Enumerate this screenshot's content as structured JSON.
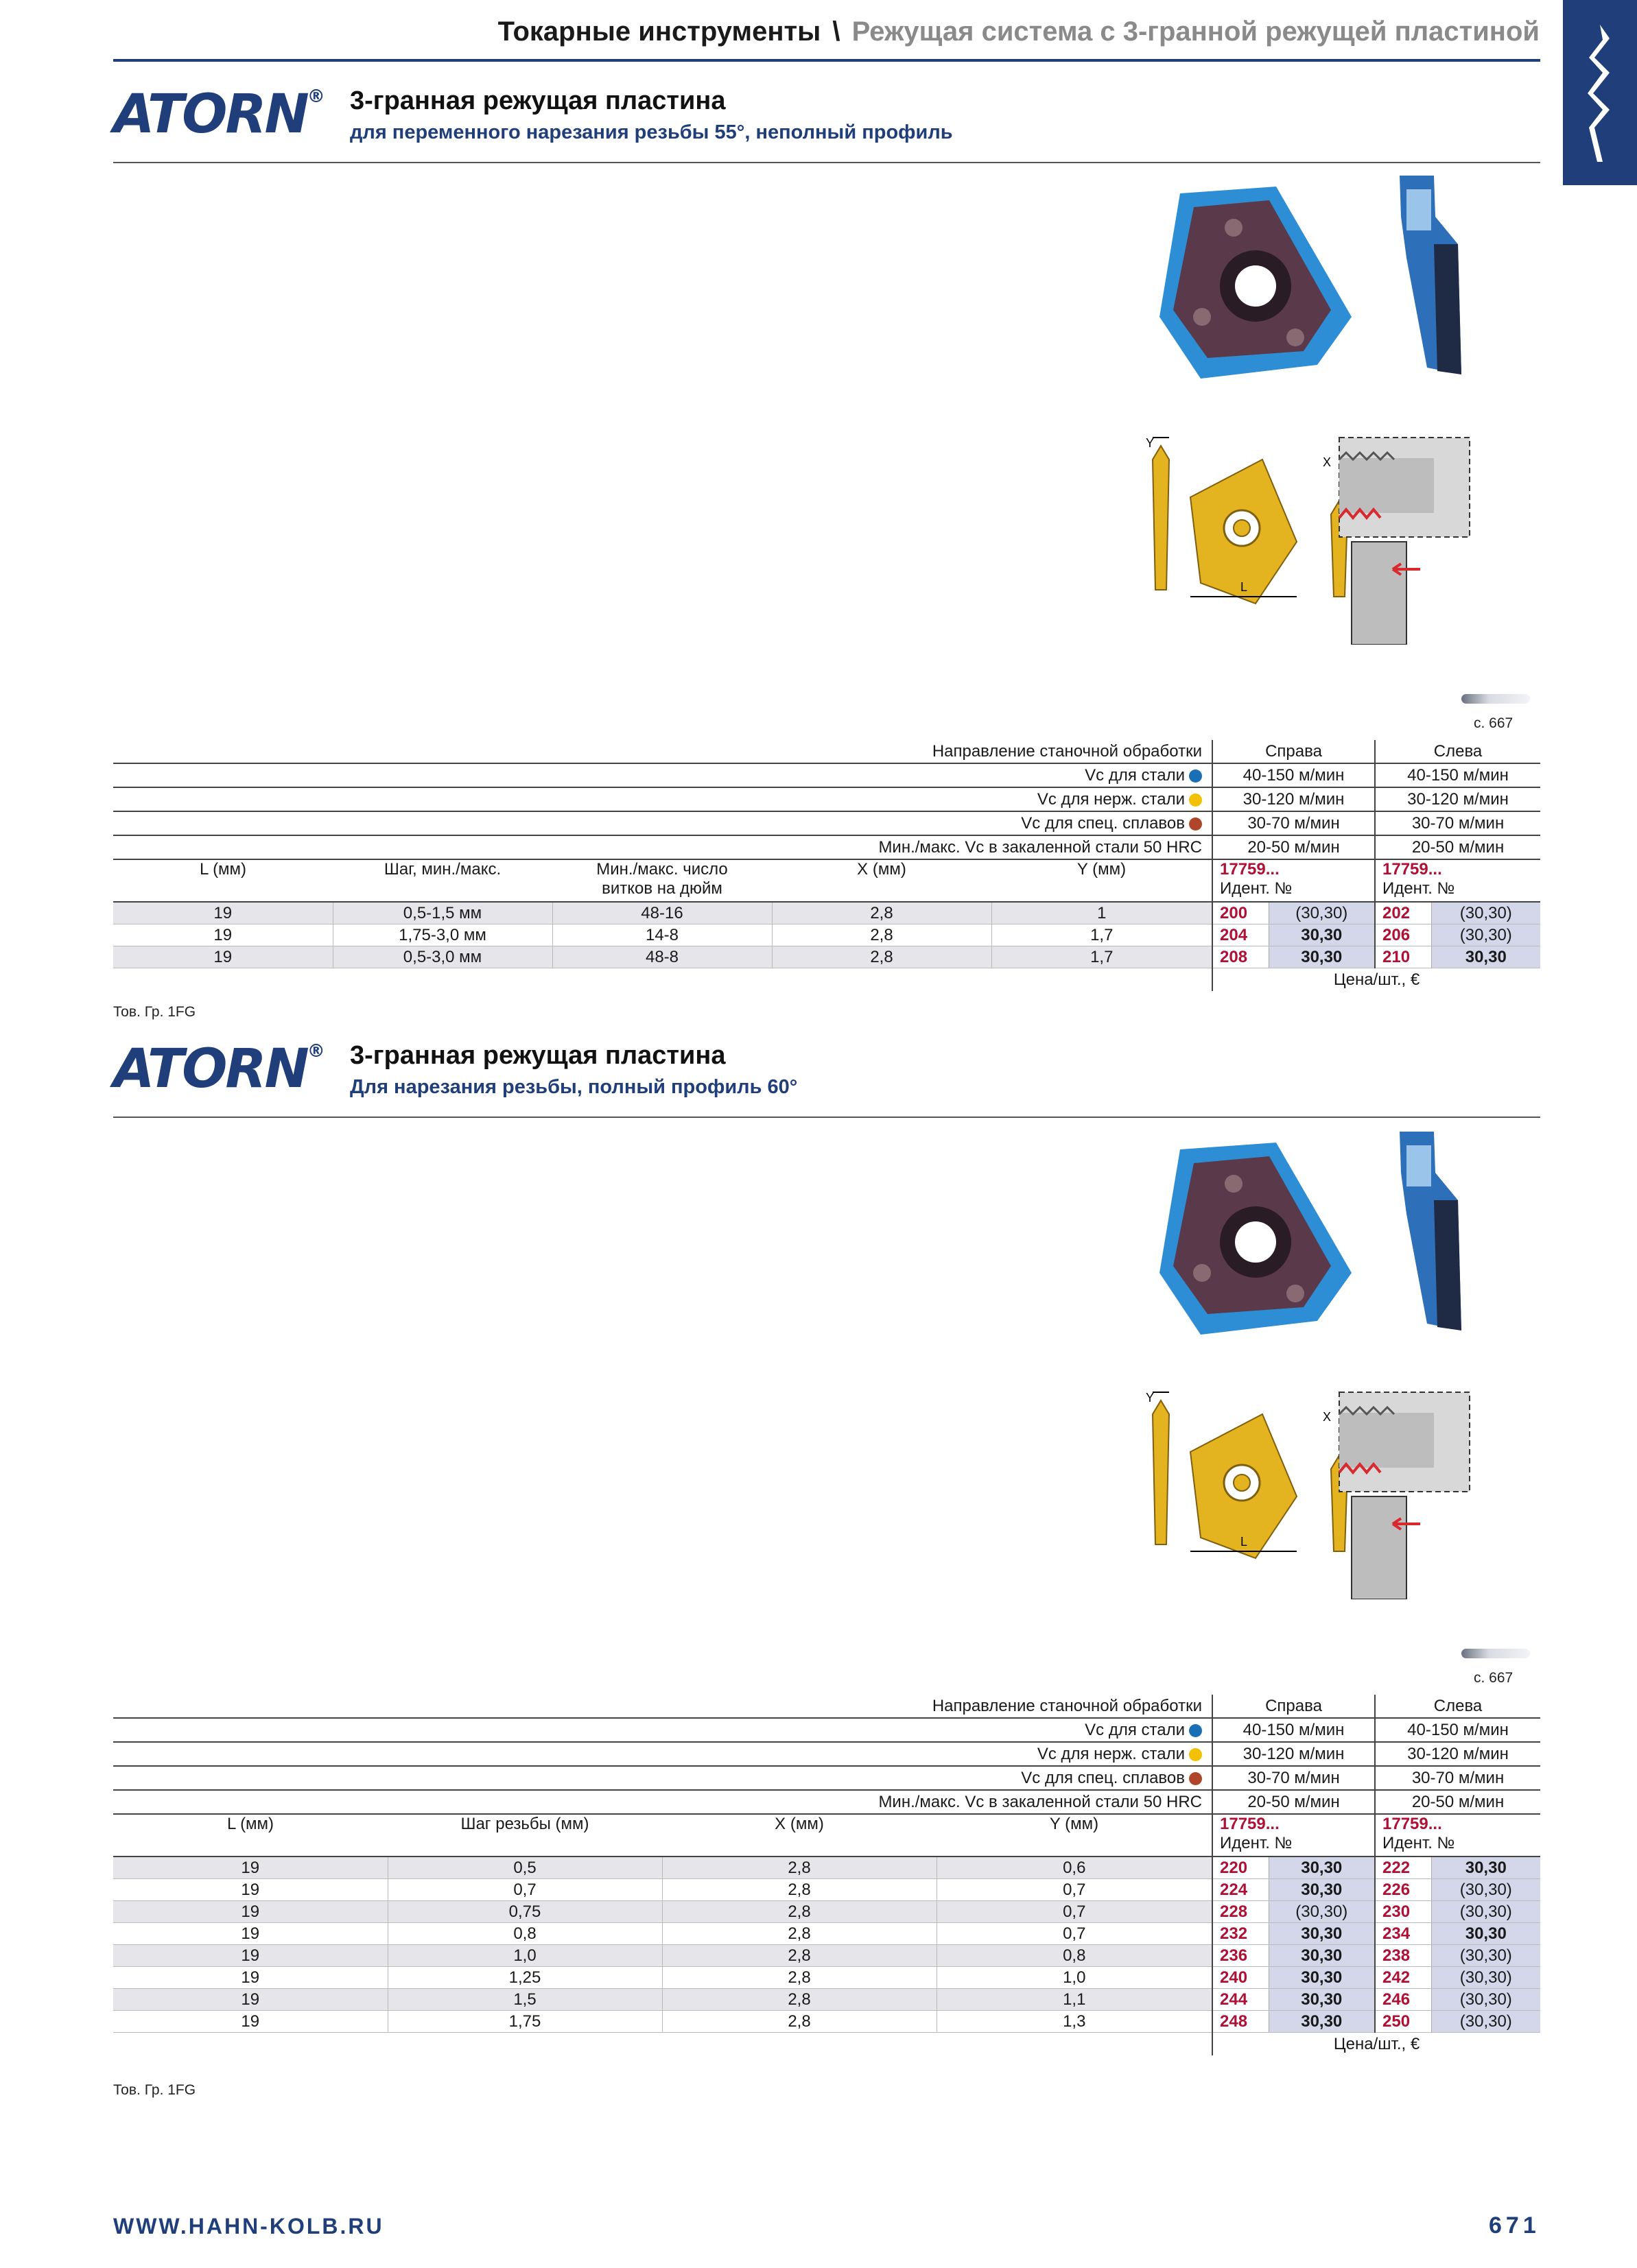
{
  "header": {
    "category": "Токарные инструменты",
    "separator": "\\",
    "subcategory": "Режущая система с 3-гранной режущей пластиной"
  },
  "brand": {
    "name": "ATORN",
    "reg": "®"
  },
  "colors": {
    "brand_blue": "#1f3e7a",
    "id_red": "#b01035",
    "steel": "#1a6fb4",
    "stainless": "#f2c200",
    "special": "#b0452a"
  },
  "conditions": {
    "direction_label": "Направление станочной обработки",
    "right": "Справа",
    "left": "Слева",
    "rows": [
      {
        "label": "Vc для стали",
        "dot": "steel",
        "right": "40-150 м/мин",
        "left": "40-150 м/мин"
      },
      {
        "label": "Vc для нерж. стали",
        "dot": "stainless",
        "right": "30-120 м/мин",
        "left": "30-120 м/мин"
      },
      {
        "label": "Vc для спец. сплавов",
        "dot": "special",
        "right": "30-70 м/мин",
        "left": "30-70 м/мин"
      },
      {
        "label": "Мин./макс. Vc в закаленной стали 50 HRC",
        "dot": "",
        "right": "20-50 м/мин",
        "left": "20-50 м/мин"
      }
    ]
  },
  "common": {
    "id_prefix": "17759...",
    "id_label": "Идент. №",
    "price_label": "Цена/шт., €",
    "page_ref": "с. 667",
    "tov": "Тов. Гр. 1FG"
  },
  "section1": {
    "title": "3-гранная режущая пластина",
    "subtitle": "для переменного нарезания резьбы 55°, неполный профиль",
    "columns": [
      "L (мм)",
      "Шаг, мин./макс.",
      "Мин./макс. число витков на дюйм",
      "X (мм)",
      "Y (мм)"
    ],
    "rows": [
      {
        "L": "19",
        "pitch": "0,5-1,5 мм",
        "tpi": "48-16",
        "X": "2,8",
        "Y": "1",
        "id_r": "200",
        "price_r": "(30,30)",
        "id_l": "202",
        "price_l": "(30,30)"
      },
      {
        "L": "19",
        "pitch": "1,75-3,0 мм",
        "tpi": "14-8",
        "X": "2,8",
        "Y": "1,7",
        "id_r": "204",
        "price_r": "30,30",
        "id_l": "206",
        "price_l": "(30,30)"
      },
      {
        "L": "19",
        "pitch": "0,5-3,0 мм",
        "tpi": "48-8",
        "X": "2,8",
        "Y": "1,7",
        "id_r": "208",
        "price_r": "30,30",
        "id_l": "210",
        "price_l": "30,30"
      }
    ]
  },
  "section2": {
    "title": "3-гранная режущая пластина",
    "subtitle": "Для нарезания резьбы, полный профиль 60°",
    "columns": [
      "L (мм)",
      "Шаг резьбы (мм)",
      "X (мм)",
      "Y (мм)"
    ],
    "rows": [
      {
        "L": "19",
        "pitch": "0,5",
        "X": "2,8",
        "Y": "0,6",
        "id_r": "220",
        "price_r": "30,30",
        "id_l": "222",
        "price_l": "30,30"
      },
      {
        "L": "19",
        "pitch": "0,7",
        "X": "2,8",
        "Y": "0,7",
        "id_r": "224",
        "price_r": "30,30",
        "id_l": "226",
        "price_l": "(30,30)"
      },
      {
        "L": "19",
        "pitch": "0,75",
        "X": "2,8",
        "Y": "0,7",
        "id_r": "228",
        "price_r": "(30,30)",
        "id_l": "230",
        "price_l": "(30,30)"
      },
      {
        "L": "19",
        "pitch": "0,8",
        "X": "2,8",
        "Y": "0,7",
        "id_r": "232",
        "price_r": "30,30",
        "id_l": "234",
        "price_l": "30,30"
      },
      {
        "L": "19",
        "pitch": "1,0",
        "X": "2,8",
        "Y": "0,8",
        "id_r": "236",
        "price_r": "30,30",
        "id_l": "238",
        "price_l": "(30,30)"
      },
      {
        "L": "19",
        "pitch": "1,25",
        "X": "2,8",
        "Y": "1,0",
        "id_r": "240",
        "price_r": "30,30",
        "id_l": "242",
        "price_l": "(30,30)"
      },
      {
        "L": "19",
        "pitch": "1,5",
        "X": "2,8",
        "Y": "1,1",
        "id_r": "244",
        "price_r": "30,30",
        "id_l": "246",
        "price_l": "(30,30)"
      },
      {
        "L": "19",
        "pitch": "1,75",
        "X": "2,8",
        "Y": "1,3",
        "id_r": "248",
        "price_r": "30,30",
        "id_l": "250",
        "price_l": "(30,30)"
      }
    ]
  },
  "diagram_labels": {
    "x": "X",
    "y": "Y",
    "l": "L"
  },
  "footer": {
    "url": "WWW.HAHN-KOLB.RU",
    "page": "671"
  }
}
